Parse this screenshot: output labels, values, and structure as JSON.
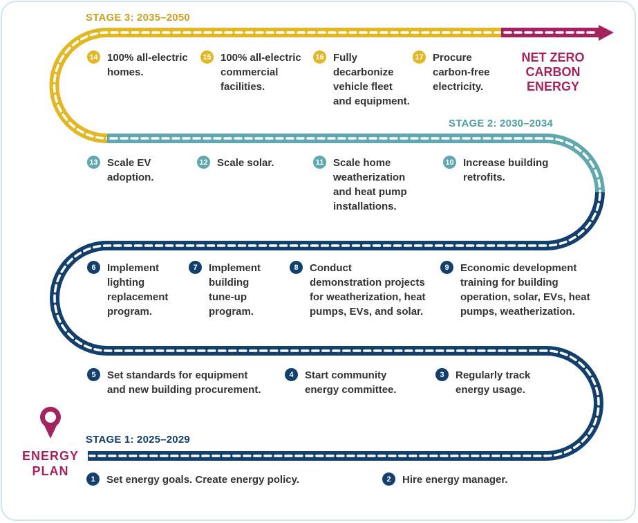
{
  "colors": {
    "stage1": "#123f6b",
    "stage2": "#5fa8ae",
    "stage3": "#e3b623",
    "goal": "#a3235f",
    "text": "#333333",
    "dash": "#ffffff"
  },
  "start": {
    "icon": "map-pin-icon",
    "line1": "ENERGY",
    "line2": "PLAN"
  },
  "goal": {
    "line1": "NET ZERO",
    "line2": "CARBON",
    "line3": "ENERGY"
  },
  "stages": [
    {
      "label": "STAGE 1:  2025–2029"
    },
    {
      "label": "STAGE 2:  2030–2034"
    },
    {
      "label": "STAGE 3:  2035–2050"
    }
  ],
  "items": [
    {
      "num": "1",
      "stage": 1,
      "lines": [
        "Set energy goals. Create energy policy."
      ]
    },
    {
      "num": "2",
      "stage": 1,
      "lines": [
        "Hire energy manager."
      ]
    },
    {
      "num": "3",
      "stage": 1,
      "lines": [
        "Regularly track",
        "energy usage."
      ]
    },
    {
      "num": "4",
      "stage": 1,
      "lines": [
        "Start community",
        "energy committee."
      ]
    },
    {
      "num": "5",
      "stage": 1,
      "lines": [
        "Set standards for equipment",
        "and new building procurement."
      ]
    },
    {
      "num": "6",
      "stage": 1,
      "lines": [
        "Implement",
        "lighting",
        "replacement",
        "program."
      ]
    },
    {
      "num": "7",
      "stage": 1,
      "lines": [
        "Implement",
        "building",
        "tune-up",
        "program."
      ]
    },
    {
      "num": "8",
      "stage": 1,
      "lines": [
        "Conduct",
        "demonstration projects",
        "for weatherization, heat",
        "pumps, EVs, and solar."
      ]
    },
    {
      "num": "9",
      "stage": 1,
      "lines": [
        "Economic development",
        "training for building",
        "operation, solar, EVs, heat",
        "pumps, weatherization."
      ]
    },
    {
      "num": "10",
      "stage": 2,
      "lines": [
        "Increase building",
        "retrofits."
      ]
    },
    {
      "num": "11",
      "stage": 2,
      "lines": [
        "Scale home",
        "weatherization",
        "and heat pump",
        "installations."
      ]
    },
    {
      "num": "12",
      "stage": 2,
      "lines": [
        "Scale solar."
      ]
    },
    {
      "num": "13",
      "stage": 2,
      "lines": [
        "Scale EV",
        "adoption."
      ]
    },
    {
      "num": "14",
      "stage": 3,
      "lines": [
        "100% all-electric",
        "homes."
      ]
    },
    {
      "num": "15",
      "stage": 3,
      "lines": [
        "100% all-electric",
        "commercial",
        "facilities."
      ]
    },
    {
      "num": "16",
      "stage": 3,
      "lines": [
        "Fully",
        "decarbonize",
        "vehicle fleet",
        "and equipment."
      ]
    },
    {
      "num": "17",
      "stage": 3,
      "lines": [
        "Procure",
        "carbon-free",
        "electricity."
      ]
    }
  ]
}
